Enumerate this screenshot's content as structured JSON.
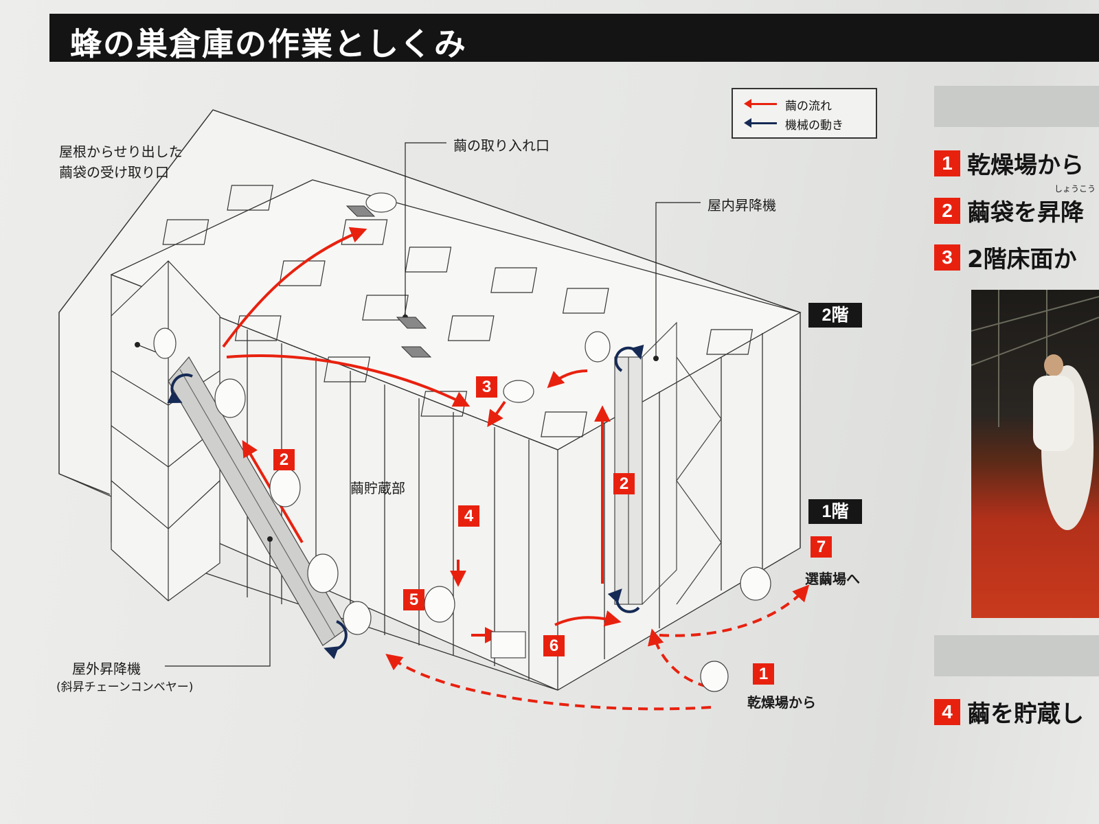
{
  "title": "蜂の巣倉庫の作業としくみ",
  "legend": {
    "items": [
      {
        "label": "繭の流れ",
        "color": "#e8210f"
      },
      {
        "label": "機械の動き",
        "color": "#152a55"
      }
    ]
  },
  "labels": {
    "roof_outlet": [
      "屋根からせり出した",
      "繭袋の受け取り口"
    ],
    "intake": "繭の取り入れ口",
    "indoor_lift": "屋内昇降機",
    "storage": "繭貯蔵部",
    "outdoor_lift": "屋外昇降機",
    "outdoor_lift_sub": "(斜昇チェーンコンベヤー)",
    "from_dryer": "乾燥場から",
    "to_sorting": "選繭場へ"
  },
  "floors": {
    "second": "2階",
    "first": "1階"
  },
  "steps": {
    "s1": "1",
    "s2a": "2",
    "s2b": "2",
    "s3": "3",
    "s4": "4",
    "s5": "5",
    "s6": "6",
    "s7": "7"
  },
  "right_panel": {
    "items": [
      {
        "num": "1",
        "text": "乾燥場から"
      },
      {
        "num": "2",
        "text": "繭袋を昇降"
      },
      {
        "num": "3",
        "text": "2階床面か"
      },
      {
        "num": "4",
        "text": "繭を貯蔵し"
      }
    ],
    "ruby": "しょうこう"
  },
  "colors": {
    "flow": "#e8210f",
    "machine": "#152a55",
    "title_bg": "#141414"
  }
}
